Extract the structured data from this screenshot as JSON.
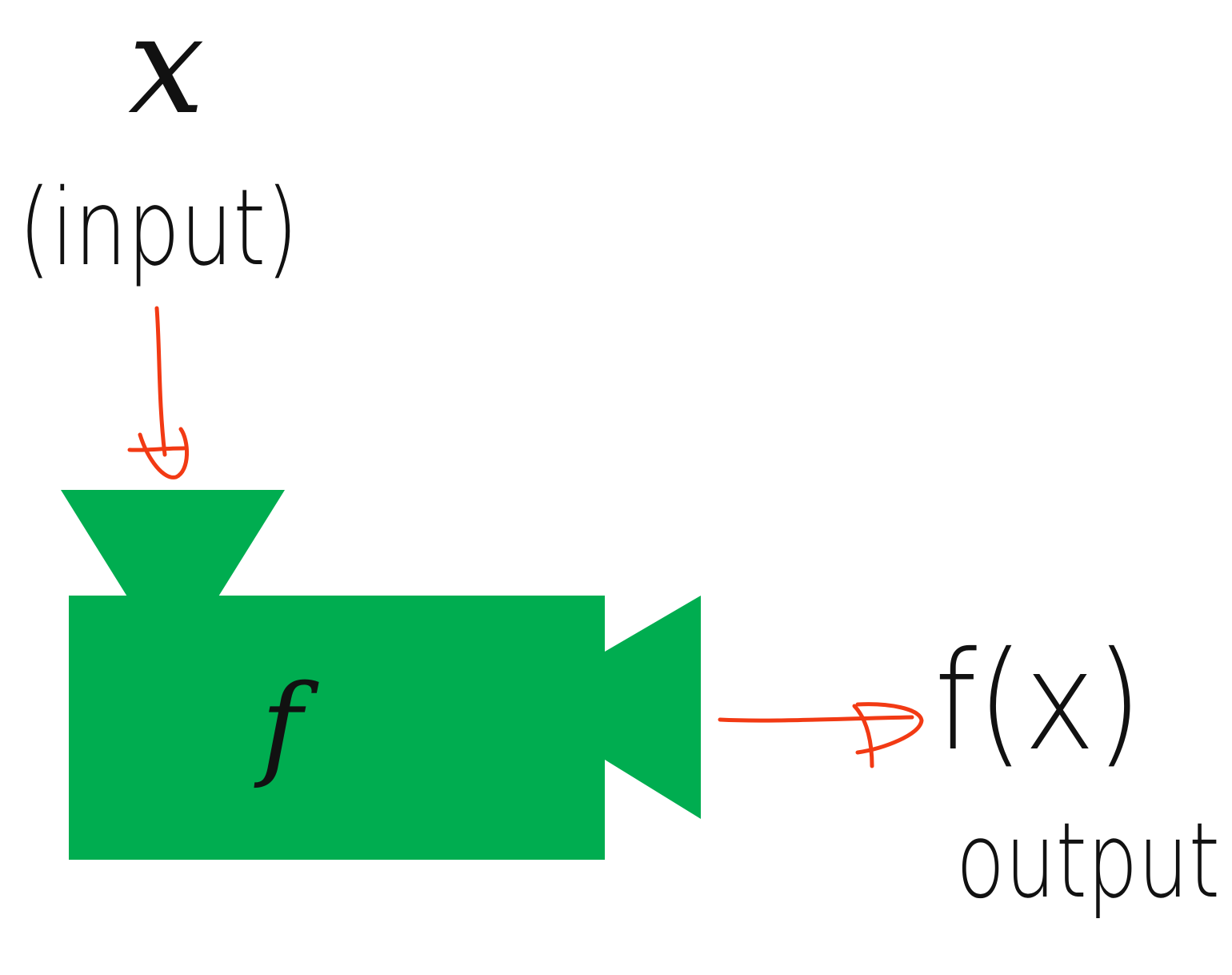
{
  "diagram": {
    "input": {
      "symbol": "x",
      "label": "(input)"
    },
    "function": {
      "symbol": "f"
    },
    "output": {
      "symbol": "f(x)",
      "label": "output"
    },
    "colors": {
      "machine": "#00ad50",
      "arrow": "#f23a14",
      "ink": "#111111",
      "background": "#ffffff"
    },
    "icons": {
      "machine": "camera-like function machine",
      "input_arrow": "arrow-down-icon",
      "output_arrow": "arrow-right-icon"
    }
  }
}
